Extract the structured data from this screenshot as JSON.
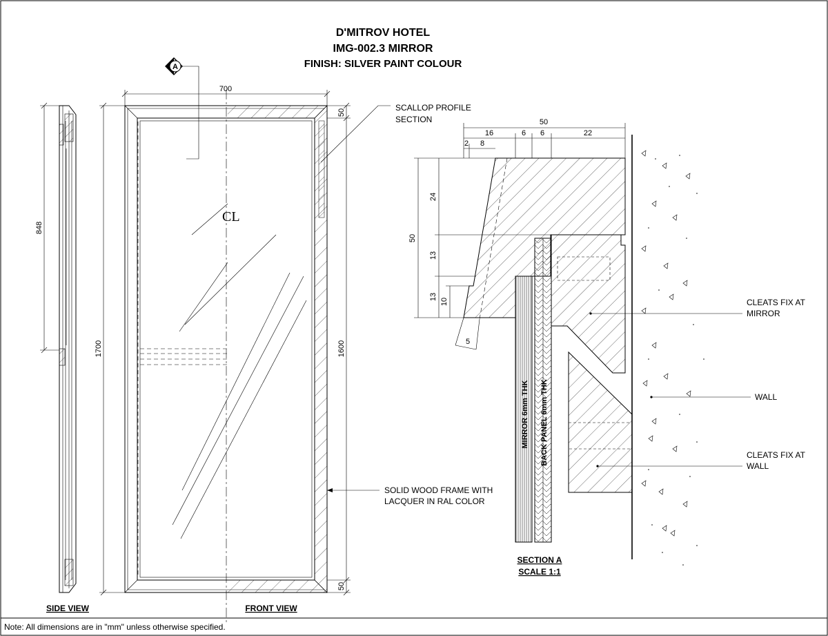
{
  "title": {
    "project": "D'MITROV HOTEL",
    "item": "IMG-002.3 MIRROR",
    "finish": "FINISH: SILVER PAINT COLOUR"
  },
  "section_marker": "A",
  "centerline_symbol": "CL",
  "front_view": {
    "label": "FRONT VIEW",
    "dim_width": "700",
    "dim_height_total": "1700",
    "dim_height_glass": "1600",
    "dim_frame_top": "50",
    "dim_frame_bottom": "50"
  },
  "side_view": {
    "label": "SIDE VIEW",
    "dim_hanger": "848"
  },
  "section": {
    "label": "SECTION A",
    "scale": "SCALE 1:1",
    "dims_top": {
      "overall": "50",
      "a": "16",
      "b": "6",
      "c": "6",
      "d": "22",
      "e": "2",
      "f": "8"
    },
    "dims_left": {
      "overall": "50",
      "a": "24",
      "b": "13",
      "c": "13",
      "d": "10",
      "slope": "5"
    },
    "mirror_label": "MIRROR 6mm THK",
    "panel_label": "BACK PANEL 6mm THK"
  },
  "callouts": {
    "scallop_line1": "SCALLOP PROFILE",
    "scallop_line2": "SECTION",
    "frame_line1": "SOLID WOOD FRAME WITH",
    "frame_line2": "LACQUER IN RAL COLOR",
    "cleat_mirror_line1": "CLEATS FIX AT",
    "cleat_mirror_line2": "MIRROR",
    "wall": "WALL",
    "cleat_wall_line1": "CLEATS FIX AT",
    "cleat_wall_line2": "WALL"
  },
  "note": "Note: All dimensions are in \"mm\" unless otherwise specified."
}
